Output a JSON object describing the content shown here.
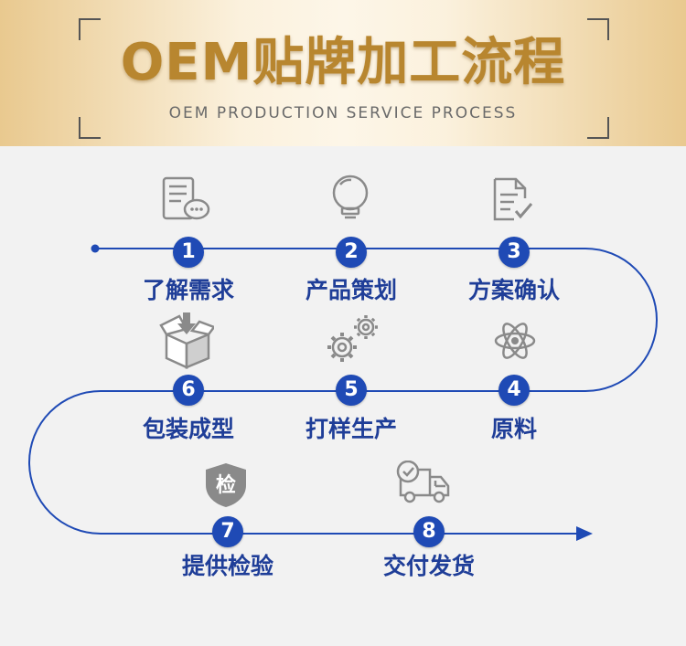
{
  "header": {
    "title": "OEM贴牌加工流程",
    "subtitle": "OEM PRODUCTION SERVICE PROCESS"
  },
  "colors": {
    "accent": "#1f4ab5",
    "label": "#1f3e98",
    "gold": "#b8862f",
    "icon": "#8a8a8a"
  },
  "steps": [
    {
      "num": "1",
      "label": "了解需求",
      "icon": "document-chat-icon"
    },
    {
      "num": "2",
      "label": "产品策划",
      "icon": "lightbulb-icon"
    },
    {
      "num": "3",
      "label": "方案确认",
      "icon": "document-check-icon"
    },
    {
      "num": "4",
      "label": "原料",
      "icon": "atom-icon"
    },
    {
      "num": "5",
      "label": "打样生产",
      "icon": "gears-icon"
    },
    {
      "num": "6",
      "label": "包装成型",
      "icon": "box-icon"
    },
    {
      "num": "7",
      "label": "提供检验",
      "icon": "shield-icon",
      "icon_text": "检"
    },
    {
      "num": "8",
      "label": "交付发货",
      "icon": "delivery-truck-icon"
    }
  ]
}
